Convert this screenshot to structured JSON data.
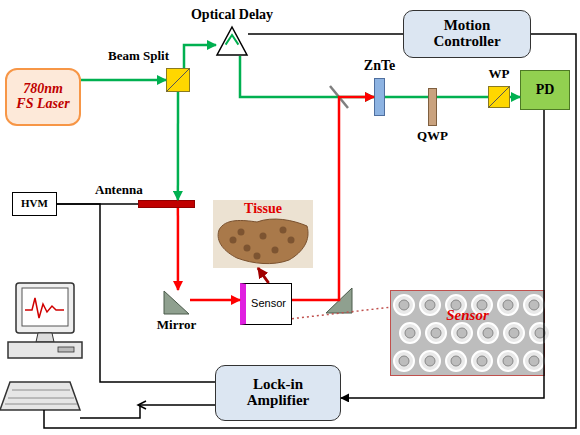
{
  "diagram": {
    "nodes": [
      {
        "text": [
          "Optical Delay"
        ]
      },
      {
        "text": [
          "Motion Controller"
        ]
      },
      {
        "text": [
          "Beam Split"
        ]
      },
      {
        "text": [
          "780nm FS Laser"
        ]
      },
      {
        "text": [
          "ZnTe"
        ]
      },
      {
        "text": [
          "WP"
        ]
      },
      {
        "text": [
          "PD"
        ]
      },
      {
        "text": [
          "QWP"
        ]
      },
      {
        "text": [
          "HVM"
        ]
      },
      {
        "text": [
          "Antenna"
        ]
      },
      {
        "text": [
          "Tissue"
        ]
      },
      {
        "text": [
          "Mirror"
        ]
      },
      {
        "text": [
          "Sensor"
        ]
      },
      {
        "text": [
          "Sensor"
        ]
      },
      {
        "text": [
          "Lock-in Amplifier"
        ]
      }
    ],
    "edges": [
      {
        "from": 3,
        "to": 2,
        "arrow": "to"
      },
      {
        "from": 2,
        "to": 0,
        "arrow": "to"
      },
      {
        "from": 0,
        "to": 4,
        "arrow": "to"
      },
      {
        "from": 2,
        "to": 9,
        "arrow": "to"
      },
      {
        "from": 9,
        "to": 11,
        "arrow": "to"
      },
      {
        "from": 11,
        "to": 12,
        "arrow": "to"
      },
      {
        "from": 12,
        "to": 4,
        "arrow": "to"
      },
      {
        "from": 4,
        "to": 7,
        "arrow": "none"
      },
      {
        "from": 7,
        "to": 5,
        "arrow": "none"
      },
      {
        "from": 5,
        "to": 6,
        "arrow": "to"
      },
      {
        "from": 1,
        "to": 0,
        "arrow": "none"
      },
      {
        "from": 8,
        "to": 9,
        "arrow": "none"
      },
      {
        "from": 8,
        "to": 14,
        "arrow": "none"
      },
      {
        "from": 6,
        "to": 14,
        "arrow": "to"
      },
      {
        "from": 12,
        "to": 10,
        "arrow": "to"
      },
      {
        "from": 12,
        "to": 13,
        "arrow": "none"
      }
    ]
  }
}
